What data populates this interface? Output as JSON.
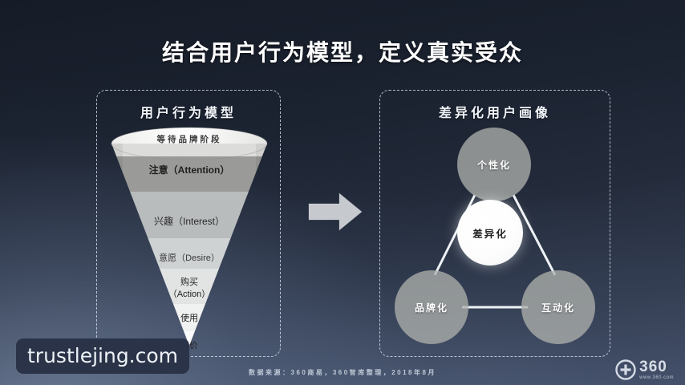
{
  "slide": {
    "title": "结合用户行为模型，定义真实受众",
    "background_top_color": "#161c27",
    "background_bottom_color": "#44506a"
  },
  "left_panel": {
    "title": "用户行为模型",
    "funnel_stages": [
      {
        "label": "等待品牌阶段",
        "fill": "#dcdcda"
      },
      {
        "label": "注意（Attention）",
        "fill": "#9a9a98"
      },
      {
        "label": "兴趣（Interest）",
        "fill": "#b9bcbd"
      },
      {
        "label": "意愿（Desire）",
        "fill": "#cfd2d3"
      },
      {
        "label": "购买",
        "label2": "（Action）",
        "fill": "#e2e4e4"
      },
      {
        "label": "使用",
        "fill": "#f0f1f1"
      },
      {
        "label": "评价",
        "fill": "#fbfbfb"
      }
    ]
  },
  "arrow": {
    "icon": "arrow-right-icon",
    "color": "#c9ccd0"
  },
  "right_panel": {
    "title": "差异化用户画像",
    "nodes": [
      {
        "id": "personal",
        "label": "个性化",
        "color": "#acaeaa"
      },
      {
        "id": "brand",
        "label": "品牌化",
        "color": "#acaeaa"
      },
      {
        "id": "interact",
        "label": "互动化",
        "color": "#acaeaa"
      },
      {
        "id": "center",
        "label": "差异化",
        "color": "#ffffff"
      }
    ]
  },
  "footer": {
    "source": "数据来源：360商易，360智库整理，2018年8月"
  },
  "logo": {
    "name": "360",
    "url": "www.360.com",
    "mark": "plus-circle-icon"
  },
  "watermark": {
    "text": "trustlejing.com"
  }
}
